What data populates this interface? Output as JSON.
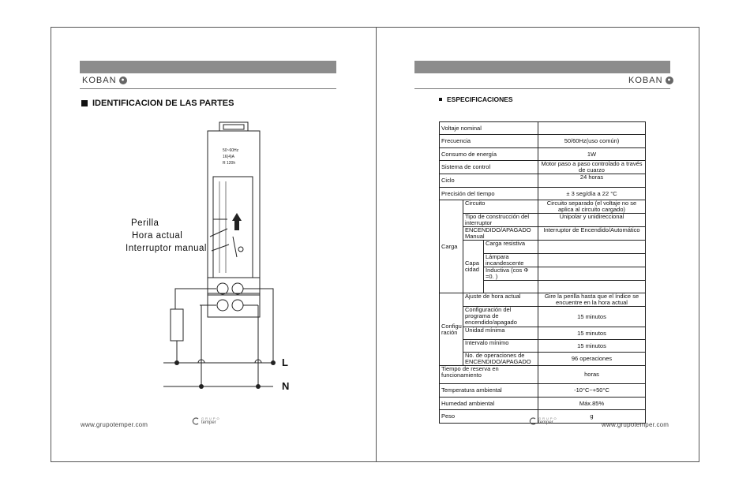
{
  "left_page": {
    "brand": "KOBAN",
    "heading": "IDENTIFICACION DE LAS PARTES",
    "device_marking": [
      "50~60Hz",
      "16(4)A",
      "R  120h"
    ],
    "callouts": [
      "Perilla",
      "Hora actual",
      "Interruptor manual"
    ],
    "line_labels": [
      "L",
      "N"
    ],
    "footer_url": "www.grupotemper.com",
    "footer_logo": "temper",
    "footer_logo_small": "GRUPO"
  },
  "right_page": {
    "brand": "KOBAN",
    "heading": "ESPECIFICACIONES",
    "footer_url": "www.grupotemper.com",
    "footer_logo": "temper",
    "footer_logo_small": "GRUPO",
    "specs": {
      "voltaje": {
        "label": "Voltaje nominal",
        "value": ""
      },
      "frecuencia": {
        "label": "Frecuencia",
        "value": "50/60Hz(uso común)"
      },
      "consumo": {
        "label": "Consumo de energía",
        "value": "1W"
      },
      "sistema": {
        "label": "Sistema de control",
        "value": "Motor paso a paso controlado a través de cuarzo"
      },
      "ciclo": {
        "label": "Ciclo",
        "value": "24 horas"
      },
      "precision": {
        "label": "Precisión del tiempo",
        "value": "± 3 seg/día a 22 °C"
      },
      "carga": {
        "label": "Carga",
        "circuito": {
          "label": "Circuito",
          "value": "Circuito separado (el voltaje no se aplica al circuito cargado)"
        },
        "tipo": {
          "label": "Tipo de construcción del interruptor",
          "value": "Unipolar y unidireccional"
        },
        "manual": {
          "label": "ENCENDIDO/APAGADO Manual",
          "value": "Interruptor de Encendido/Automático"
        },
        "capacidad": {
          "label": "Capa cidad",
          "resistiva": {
            "label": "Carga resistiva",
            "value": ""
          },
          "lampara": {
            "label": "Lámpara incandescente",
            "value": ""
          },
          "inductiva": {
            "label": "Inductiva (cos Φ =0. )",
            "value": ""
          },
          "extra": {
            "value": ""
          }
        }
      },
      "config": {
        "label": "Configu ración",
        "ajuste": {
          "label": "Ajuste de hora actual",
          "value": "Gire la perilla hasta que el índice se encuentre en la hora actual"
        },
        "programa": {
          "label": "Configuración del programa de encendido/apagado",
          "value": "15 minutos"
        },
        "unidad": {
          "label": "Unidad mínima",
          "value": "15 minutos"
        },
        "intervalo": {
          "label": "Intervalo mínimo",
          "value": "15 minutos"
        },
        "operaciones": {
          "label": "No. de operaciones de ENCENDIDO/APAGADO",
          "value": "96 operaciones"
        }
      },
      "reserva": {
        "label": "Tiempo de reserva en funcionamiento",
        "value": "horas"
      },
      "temperatura": {
        "label": "Temperatura ambiental",
        "value": "-10°C~+50°C"
      },
      "humedad": {
        "label": "Humedad ambiental",
        "value": "Máx.85%"
      },
      "peso": {
        "label": "Peso",
        "value": "g"
      }
    }
  }
}
